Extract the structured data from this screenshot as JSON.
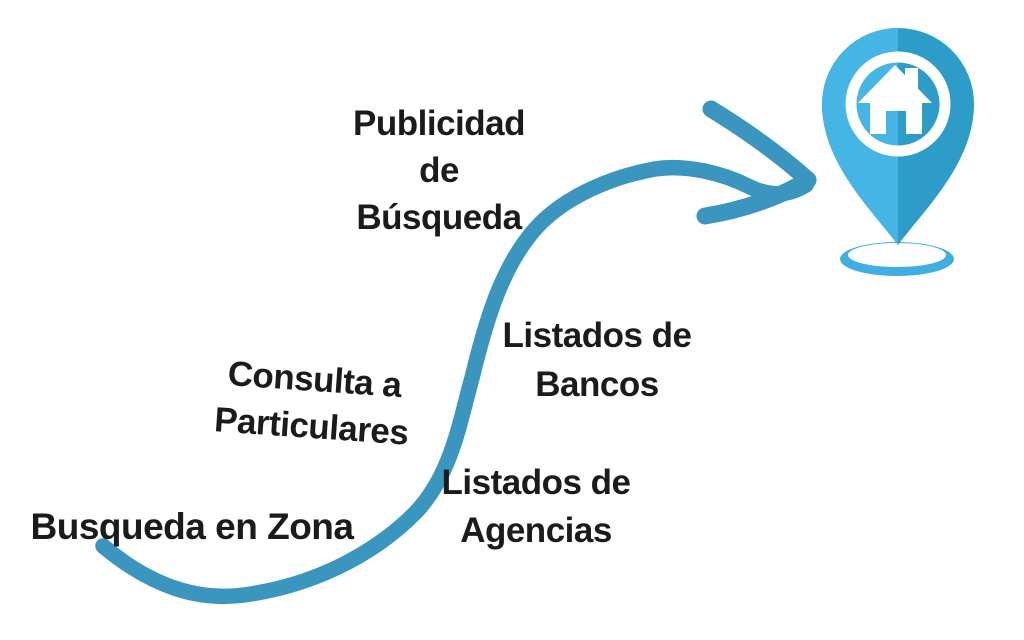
{
  "diagram": {
    "steps": {
      "zona": {
        "label": "Busqueda en Zona"
      },
      "consulta": {
        "line1": "Consulta a",
        "line2": "Particulares"
      },
      "agencias": {
        "line1": "Listados de",
        "line2": "Agencias"
      },
      "bancos": {
        "line1": "Listados de",
        "line2": "Bancos"
      },
      "publicidad": {
        "line1": "Publicidad",
        "line2": "de",
        "line3": "Búsqueda"
      }
    },
    "icons": {
      "arrow": "curved-swoosh-arrow",
      "pin": "map-pin-house-marker",
      "house": "house-icon"
    },
    "colors": {
      "arrow": "#3A96BE",
      "pin_light": "#45B5E6",
      "pin_dark": "#2E9CC9",
      "pin_shadow": "#41AEE1",
      "glyph_white": "#FFFFFF",
      "text": "#1B1B1B",
      "background": "#FFFFFF"
    }
  }
}
